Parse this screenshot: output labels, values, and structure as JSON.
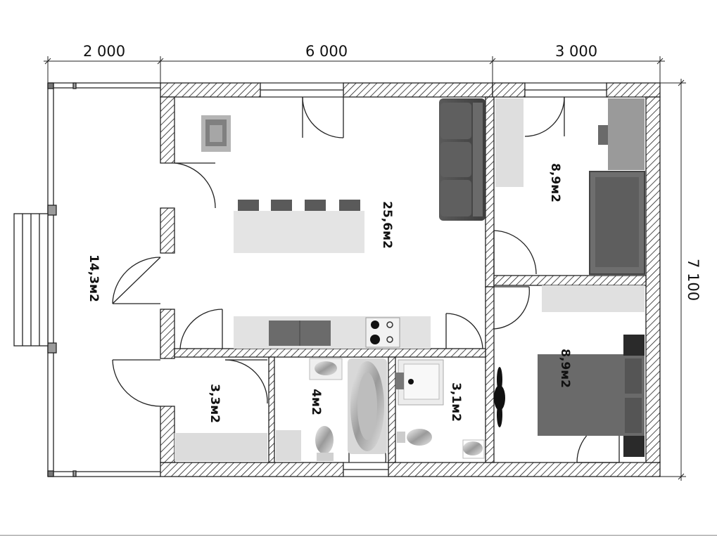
{
  "dimensions": {
    "top_left": "2 000",
    "top_middle": "6 000",
    "top_right": "3 000",
    "right_side": "7 100"
  },
  "rooms": {
    "terrace": "14,3м2",
    "living_kitchen": "25,6м2",
    "study": "8,9м2",
    "bedroom": "8,9м2",
    "hall": "3,3м2",
    "bathroom": "4м2",
    "toilet": "3,1м2"
  }
}
